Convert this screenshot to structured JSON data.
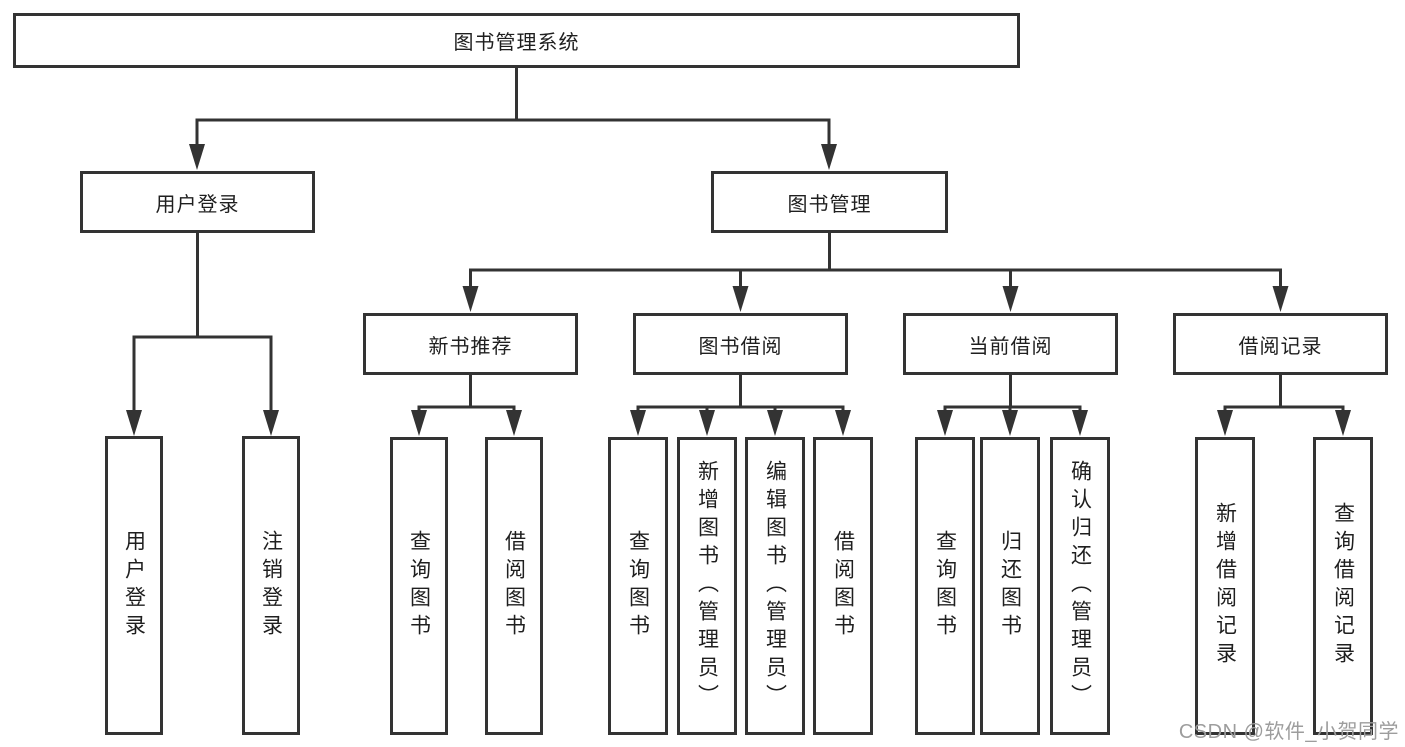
{
  "tree": {
    "root": "图书管理系统",
    "branches": [
      {
        "label": "用户登录",
        "children": [
          {
            "label": "用户登录"
          },
          {
            "label": "注销登录"
          }
        ]
      },
      {
        "label": "图书管理",
        "groups": [
          {
            "label": "新书推荐",
            "children": [
              {
                "label": "查询图书"
              },
              {
                "label": "借阅图书"
              }
            ]
          },
          {
            "label": "图书借阅",
            "children": [
              {
                "label": "查询图书"
              },
              {
                "label": "新增图书（管理员）"
              },
              {
                "label": "编辑图书（管理员）"
              },
              {
                "label": "借阅图书"
              }
            ]
          },
          {
            "label": "当前借阅",
            "children": [
              {
                "label": "查询图书"
              },
              {
                "label": "归还图书"
              },
              {
                "label": "确认归还（管理员）"
              }
            ]
          },
          {
            "label": "借阅记录",
            "children": [
              {
                "label": "新增借阅记录"
              },
              {
                "label": "查询借阅记录"
              }
            ]
          }
        ]
      }
    ]
  },
  "watermark": {
    "text": "CSDN @软件_小贺同学"
  },
  "colors": {
    "line": "#333333",
    "text": "#1f1f1f",
    "box_background": "#ffffff",
    "watermark": "#9d9d9d"
  }
}
